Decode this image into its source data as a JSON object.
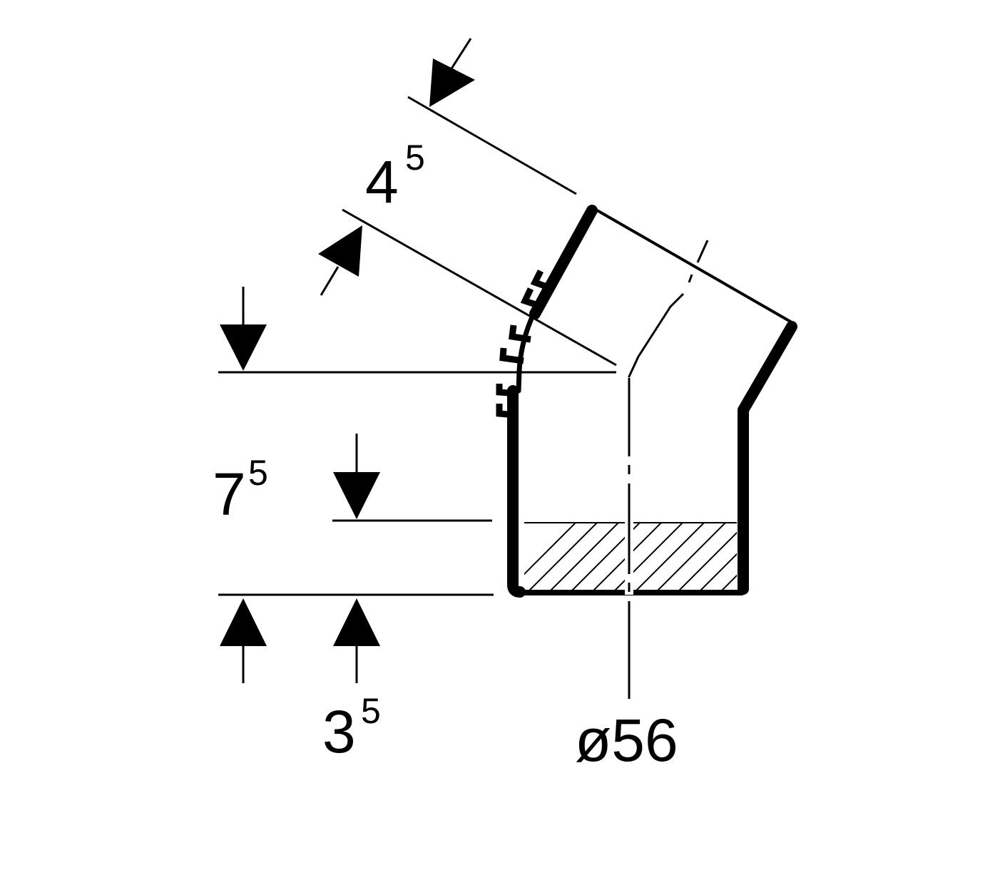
{
  "dimensions": {
    "angled_offset": {
      "main": "4",
      "sup": "5"
    },
    "socket_depth": {
      "main": "7",
      "sup": "5"
    },
    "base_offset": {
      "main": "3",
      "sup": "5"
    },
    "diameter": {
      "label": "ø56"
    }
  },
  "colors": {
    "ink": "#000000",
    "background": "#ffffff"
  }
}
